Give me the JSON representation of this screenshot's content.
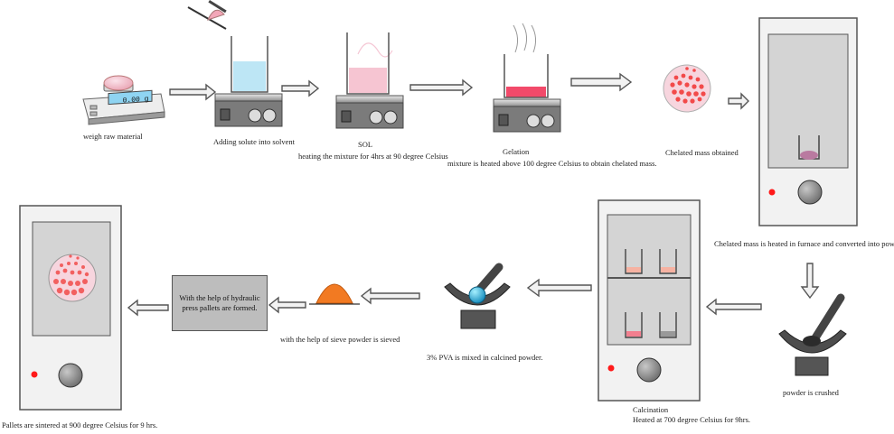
{
  "labels": {
    "weigh": "weigh  raw material",
    "adding": "Adding solute into solvent",
    "sol": "SOL",
    "heating": "heating the mixture for 4hrs at 90 degree Celsius",
    "gelation": "Gelation",
    "mixture": "mixture is heated above 100 degree Celsius  to obtain chelated mass.",
    "chelated_obtained": "Chelated mass obtained",
    "chelated_heated": "Chelated mass is heated in furnace and converted into powder",
    "crushed": "powder is crushed",
    "calcination": "Calcination",
    "calcination_detail": "Heated at 700 degree Celsius for 9hrs.",
    "pva": "3% PVA is mixed in calcined powder.",
    "sieve": "with the help of sieve powder is sieved",
    "press": "With the help of hydraulic press pallets are formed.",
    "sinter": "Pallets are sintered at 900 degree Celsius for 9 hrs."
  },
  "balance_readout": "0.00 g",
  "colors": {
    "pink": "#f2a7b8",
    "red_dots": "#f24a4a",
    "blue_water": "#bde6f5",
    "orange_powder": "#f27a22",
    "furnace_frame": "#eeeeee",
    "furnace_window": "#d9d9d9",
    "knob": "#8a8a8a",
    "indicator": "#ff1a1a",
    "arrow_fill": "#f2f2f2",
    "arrow_stroke": "#555555"
  }
}
